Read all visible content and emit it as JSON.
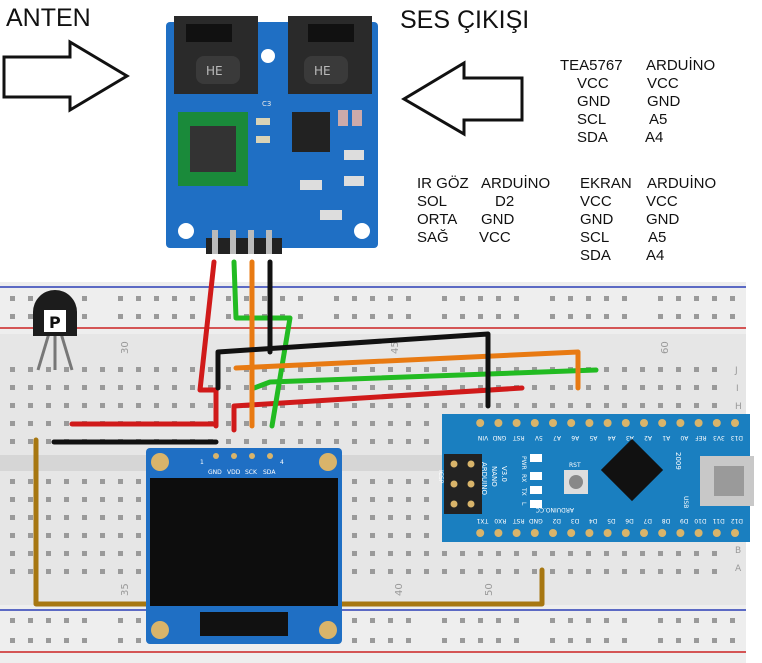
{
  "labels": {
    "antenna": "ANTEN",
    "audio_out": "SES ÇIKIŞI"
  },
  "tables": {
    "tea": {
      "header": [
        "TEA5767",
        "ARDUİNO"
      ],
      "rows": [
        [
          "VCC",
          "VCC"
        ],
        [
          "GND",
          "GND"
        ],
        [
          "SCL",
          "A5"
        ],
        [
          "SDA",
          "A4"
        ]
      ]
    },
    "ir": {
      "header": [
        "IR GÖZ",
        "ARDUİNO"
      ],
      "rows": [
        [
          "SOL",
          "D2"
        ],
        [
          "ORTA",
          "GND"
        ],
        [
          "SAĞ",
          "VCC"
        ]
      ]
    },
    "screen": {
      "header": [
        "EKRAN",
        "ARDUİNO"
      ],
      "rows": [
        [
          "VCC",
          "VCC"
        ],
        [
          "GND",
          "GND"
        ],
        [
          "SCL",
          "A5"
        ],
        [
          "SDA",
          "A4"
        ]
      ]
    }
  },
  "breadboard": {
    "column_numbers": [
      "30",
      "45",
      "60",
      "50",
      "35",
      "40"
    ],
    "row_letters": [
      "J",
      "I",
      "H",
      "B",
      "A"
    ]
  },
  "oled": {
    "pins": [
      "GND",
      "VDD",
      "SCK",
      "SDA"
    ],
    "pin_numbers": [
      "1",
      "4"
    ]
  },
  "arduino": {
    "label_line1": "ARDUINO",
    "label_line2": "NANO",
    "label_line3": "V3.0",
    "brand": "ARDUINO.CC",
    "year": "2009",
    "icsp": "ICSP",
    "leds": [
      "PWR",
      "RX",
      "TX",
      "L"
    ],
    "reset": "RST",
    "usb": "USB",
    "top_pins": [
      "D12",
      "D11",
      "D10",
      "D9",
      "D8",
      "D7",
      "D6",
      "D5",
      "D4",
      "D3",
      "D2",
      "GND",
      "RST",
      "RX0",
      "TX1"
    ],
    "bottom_pins": [
      "D13",
      "3V3",
      "REF",
      "A0",
      "A1",
      "A2",
      "A3",
      "A4",
      "A5",
      "A6",
      "A7",
      "5V",
      "RST",
      "GND",
      "VIN"
    ]
  },
  "ir_sensor": {
    "marking": "P"
  },
  "radio_module": {
    "chip_mark": "C3",
    "jack_mark": "HE"
  },
  "colors": {
    "wire_red": "#d01a1a",
    "wire_green": "#22bb22",
    "wire_orange": "#e87a12",
    "wire_black": "#111111",
    "wire_brown": "#b07d14",
    "board_blue": "#1f6fc4",
    "nano_blue": "#1a7fc0"
  }
}
